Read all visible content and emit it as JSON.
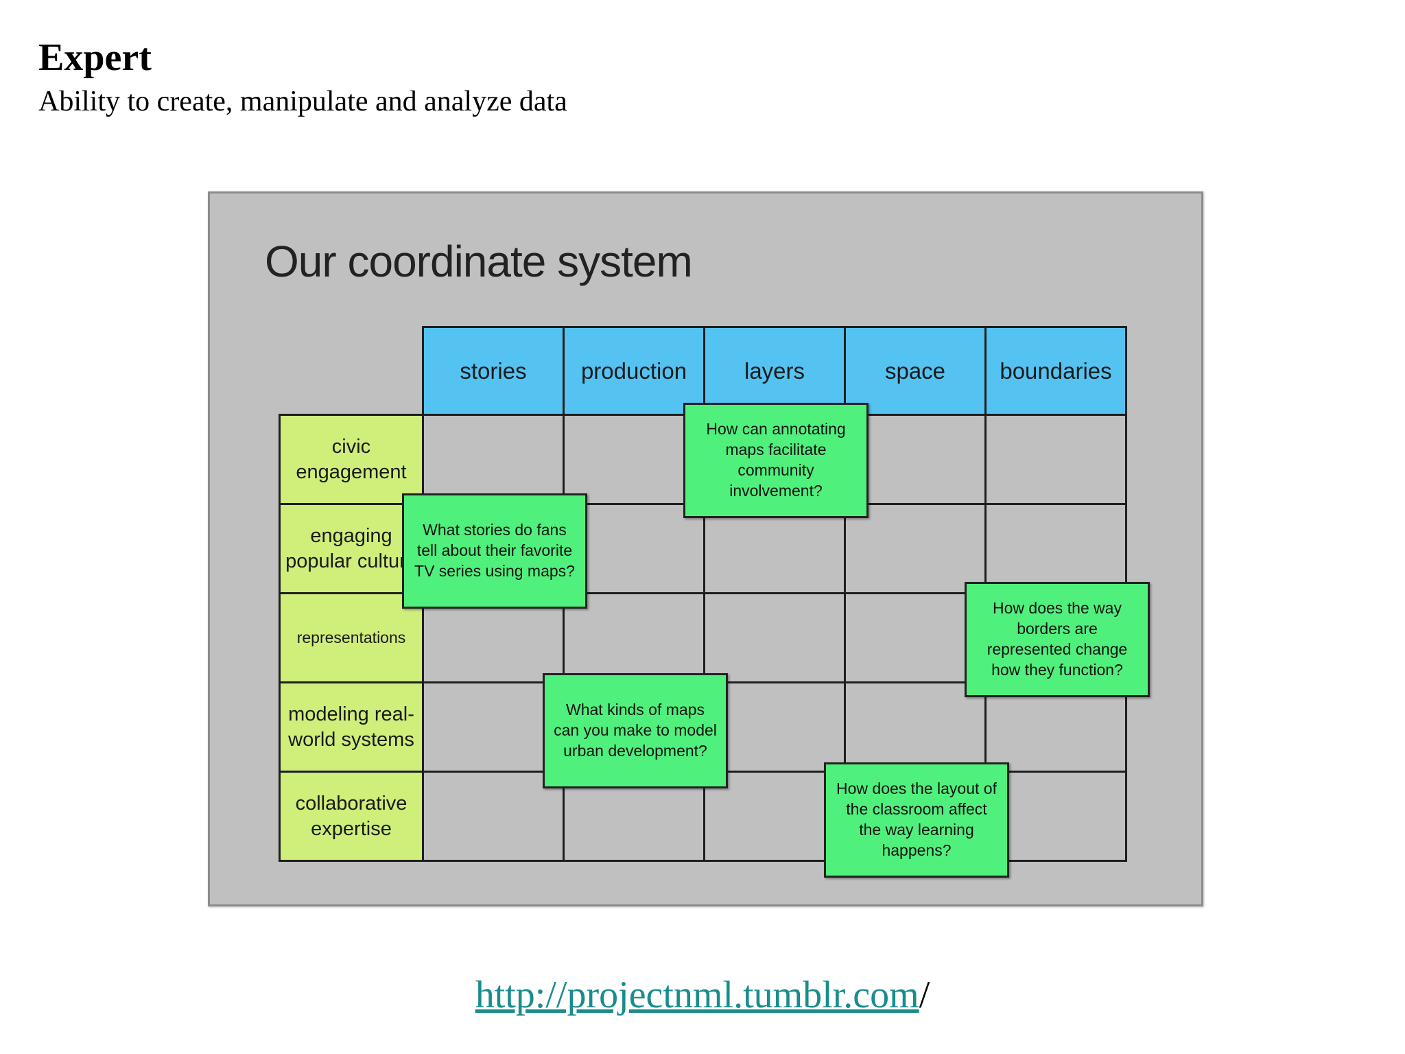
{
  "header": {
    "title": "Expert",
    "subtitle": "Ability to create, manipulate and analyze data"
  },
  "slide": {
    "title": "Our coordinate system",
    "columns": [
      "stories",
      "production",
      "layers",
      "space",
      "boundaries"
    ],
    "rows": [
      "civic engagement",
      "engaging popular culture",
      "representations",
      "modeling real-world systems",
      "collaborative expertise"
    ],
    "notes": [
      {
        "text": "What stories do fans tell about their favorite TV series using maps?",
        "column": "stories",
        "row": "engaging popular culture"
      },
      {
        "text": "How can annotating maps facilitate community involvement?",
        "column": "layers",
        "row": "civic engagement"
      },
      {
        "text": "How does the way borders are represented change how they function?",
        "column": "boundaries",
        "row": "representations"
      },
      {
        "text": "What kinds of maps can you make to model urban development?",
        "column": "production",
        "row": "modeling real-world systems"
      },
      {
        "text": "How does the layout of the classroom affect the way learning happens?",
        "column": "space",
        "row": "collaborative expertise"
      }
    ],
    "colors": {
      "column_header": "#54c3f2",
      "row_header": "#cfee7a",
      "note": "#4ff07c",
      "background": "#c0c0c0"
    }
  },
  "footer": {
    "link_text": "http://projectnml.tumblr.com",
    "trailing_text": "/"
  }
}
